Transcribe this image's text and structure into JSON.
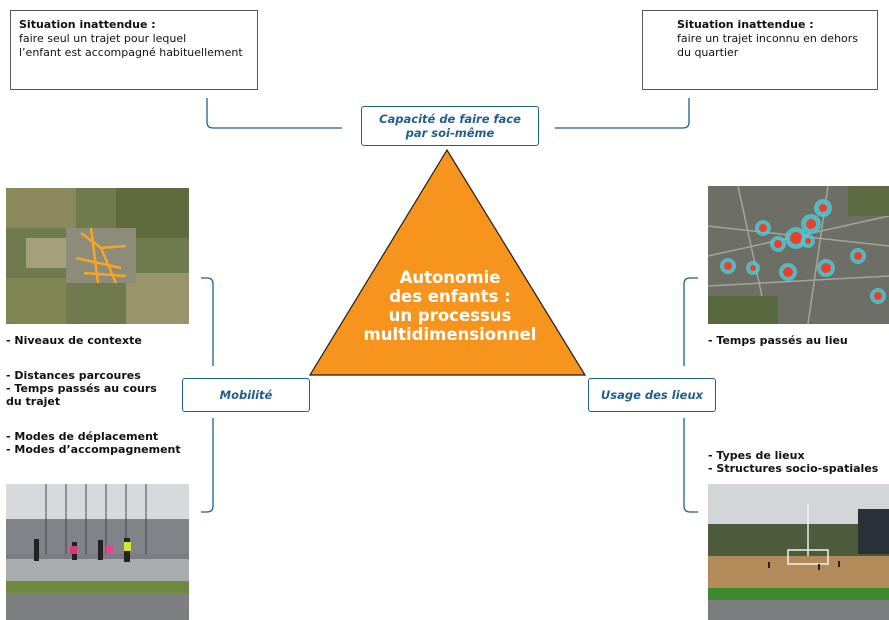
{
  "top_left": {
    "title": "Situation inattendue :",
    "line1": "faire seul un trajet pour lequel",
    "line2": "l’enfant est accompagné habituellement"
  },
  "top_right": {
    "title": "Situation inattendue :",
    "line1": "faire un trajet inconnu en dehors",
    "line2": "du quartier"
  },
  "center_top_label": {
    "line1": "Capacité de faire face",
    "line2": "par soi-même"
  },
  "triangle": {
    "line1": "Autonomie",
    "line2": "des enfants :",
    "line3": "un processus",
    "line4": "multidimensionnel",
    "color": "#f7941d"
  },
  "left": {
    "label": "Mobilité",
    "bullet1": "- Niveaux de contexte",
    "bullet2": "- Distances parcoures",
    "bullet3": "- Temps passés au cours",
    "bullet4": "du trajet",
    "bullet5": "- Modes de déplacement",
    "bullet6": "- Modes d’accompagnement"
  },
  "right": {
    "label": "Usage des lieux",
    "bullet1": "- Temps passés au lieu",
    "bullet2": "- Types de lieux",
    "bullet3": "- Structures socio-spatiales"
  },
  "colors": {
    "accent_blue": "#1f5e8e",
    "triangle_orange": "#f7941d"
  },
  "icons": [
    "aerial-map-image",
    "heatmap-map-image",
    "street-photo-image",
    "field-photo-image"
  ]
}
